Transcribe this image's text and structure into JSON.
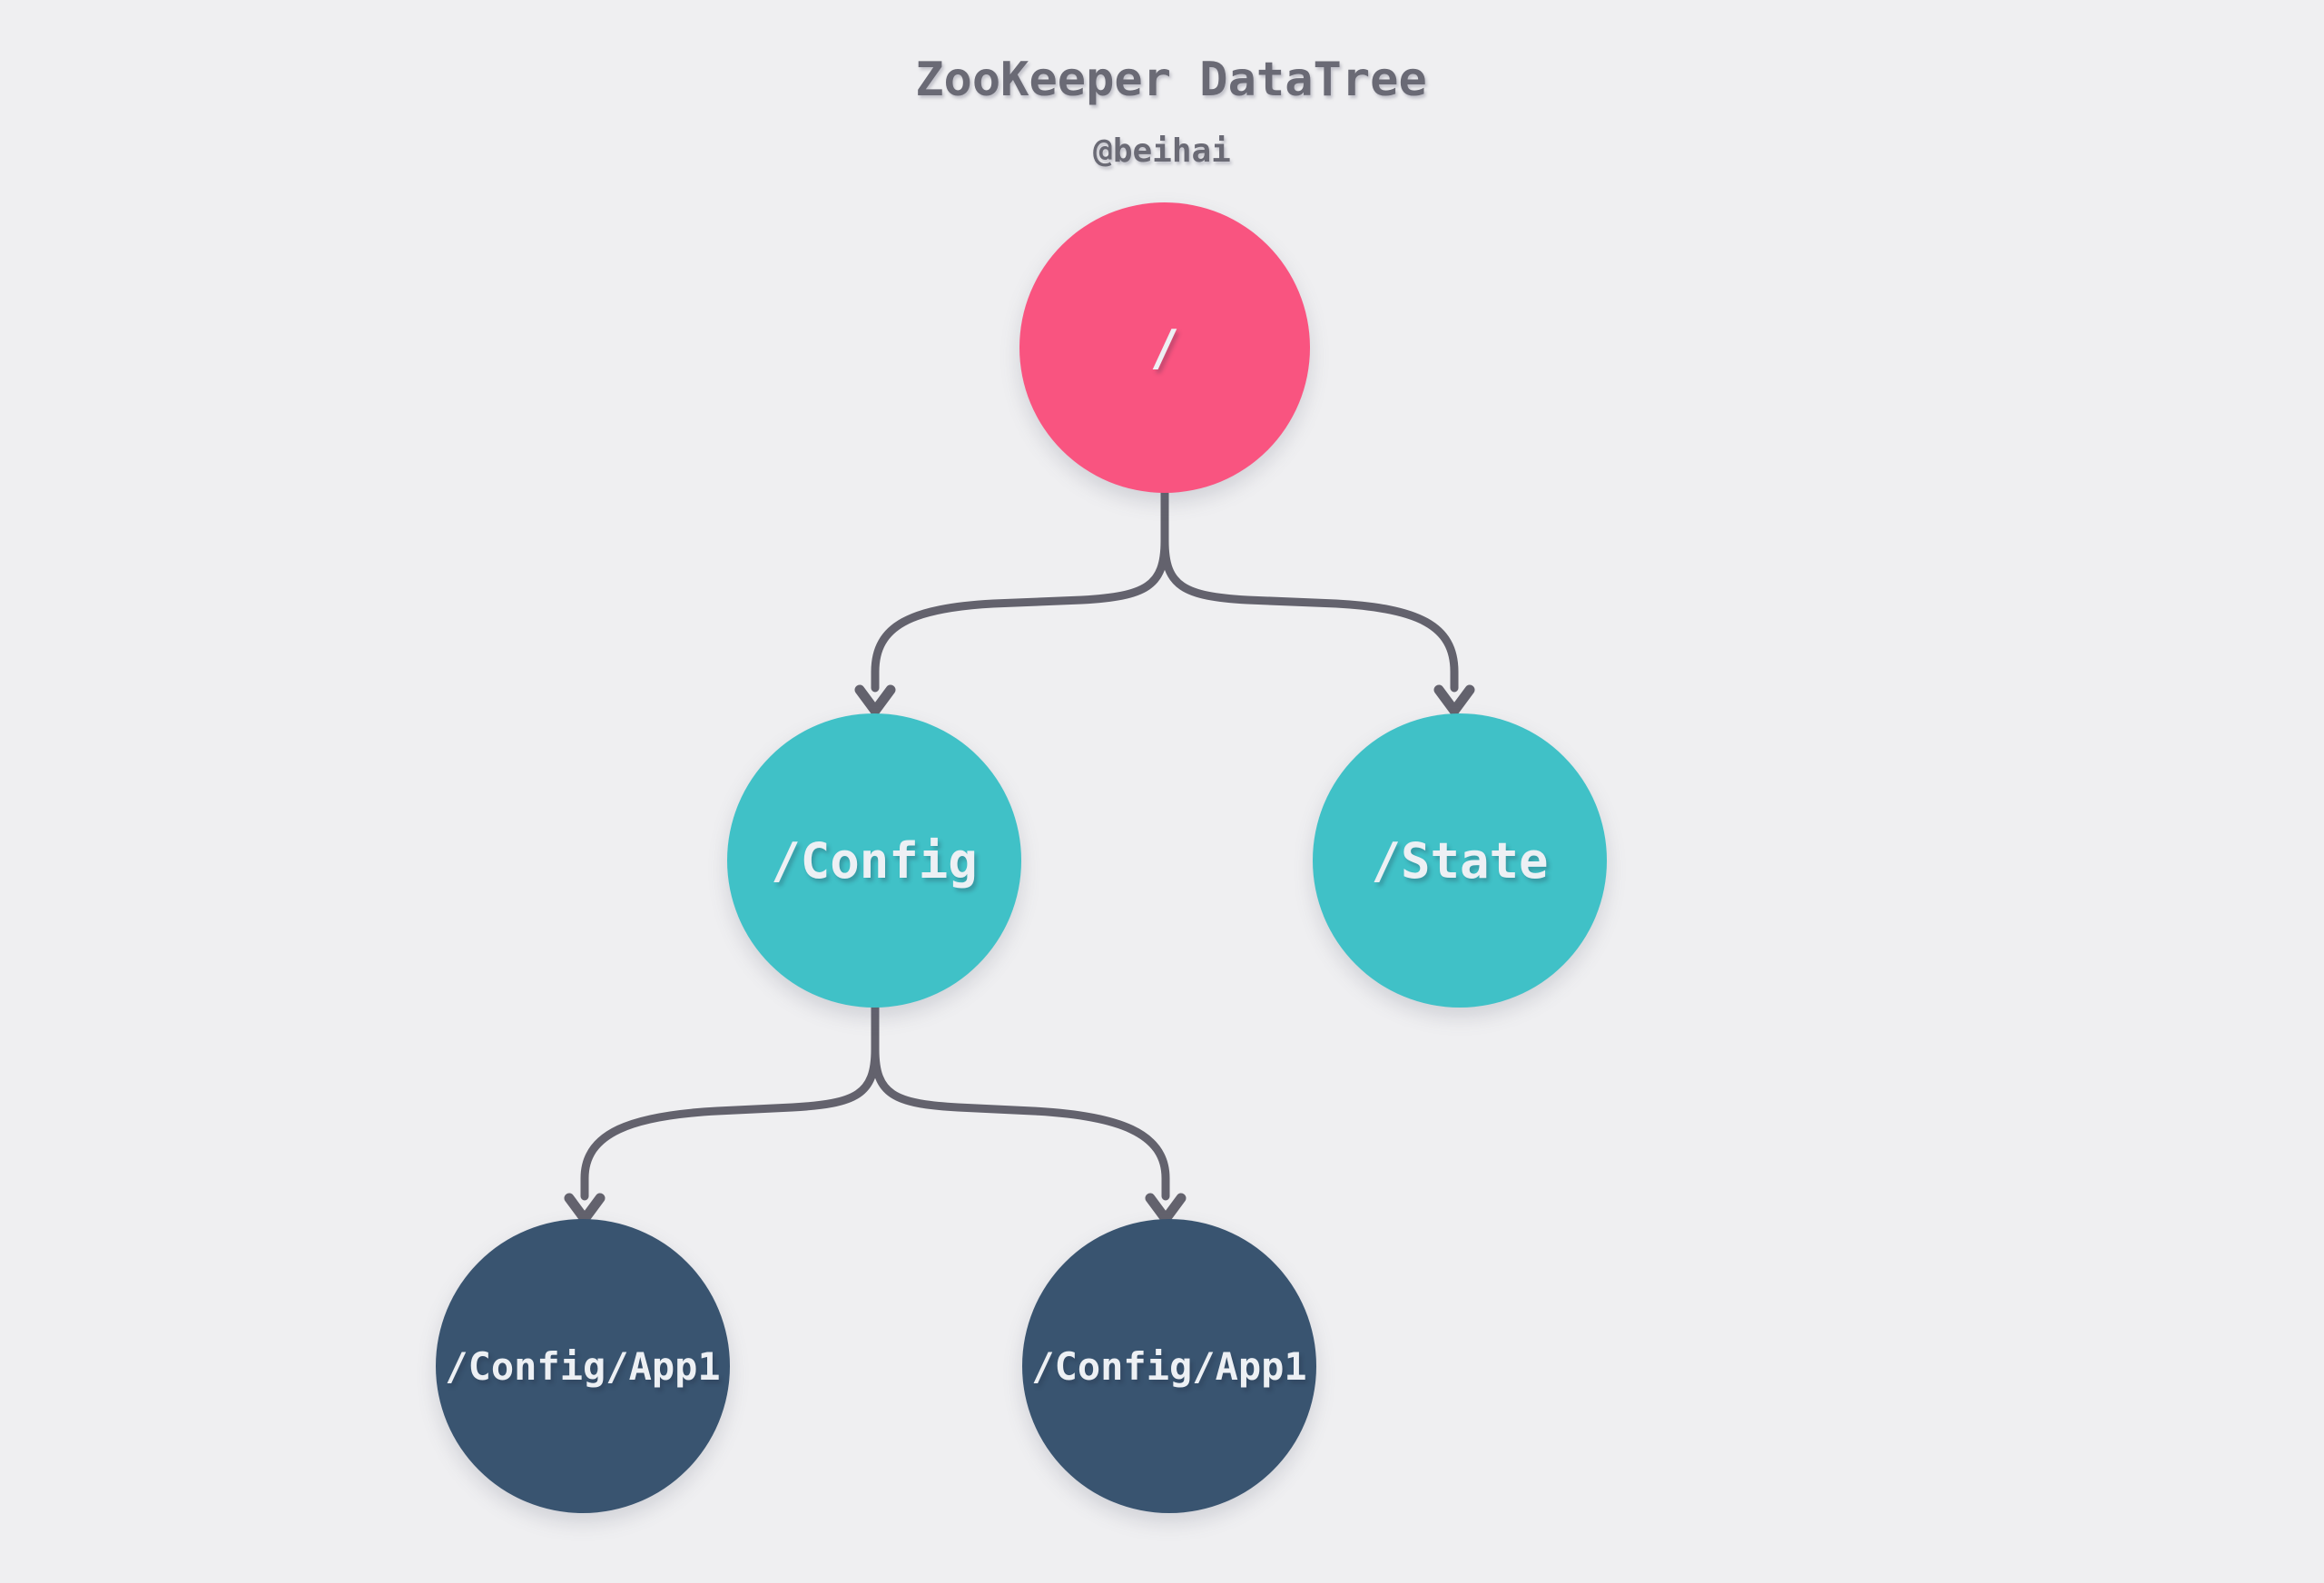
{
  "diagram": {
    "title": "ZooKeeper DataTree",
    "subtitle": "@beihai",
    "type": "tree",
    "nodes": [
      {
        "id": "root",
        "label": "/",
        "color": "#F95480",
        "level": 0
      },
      {
        "id": "config",
        "label": "/Config",
        "color": "#40C1C7",
        "level": 1
      },
      {
        "id": "state",
        "label": "/State",
        "color": "#40C1C7",
        "level": 1
      },
      {
        "id": "app1-left",
        "label": "/Config/App1",
        "color": "#395470",
        "level": 2
      },
      {
        "id": "app1-right",
        "label": "/Config/App1",
        "color": "#395470",
        "level": 2
      }
    ],
    "edges": [
      {
        "from": "root",
        "to": "config"
      },
      {
        "from": "root",
        "to": "state"
      },
      {
        "from": "config",
        "to": "app1-left"
      },
      {
        "from": "config",
        "to": "app1-right"
      }
    ],
    "colors": {
      "background": "#EFEFF1",
      "edge": "#63626D",
      "title_text": "#6A6A75",
      "node_text": "#EDF0F4",
      "root_node": "#F95480",
      "mid_node": "#40C1C7",
      "leaf_node": "#395470"
    }
  }
}
